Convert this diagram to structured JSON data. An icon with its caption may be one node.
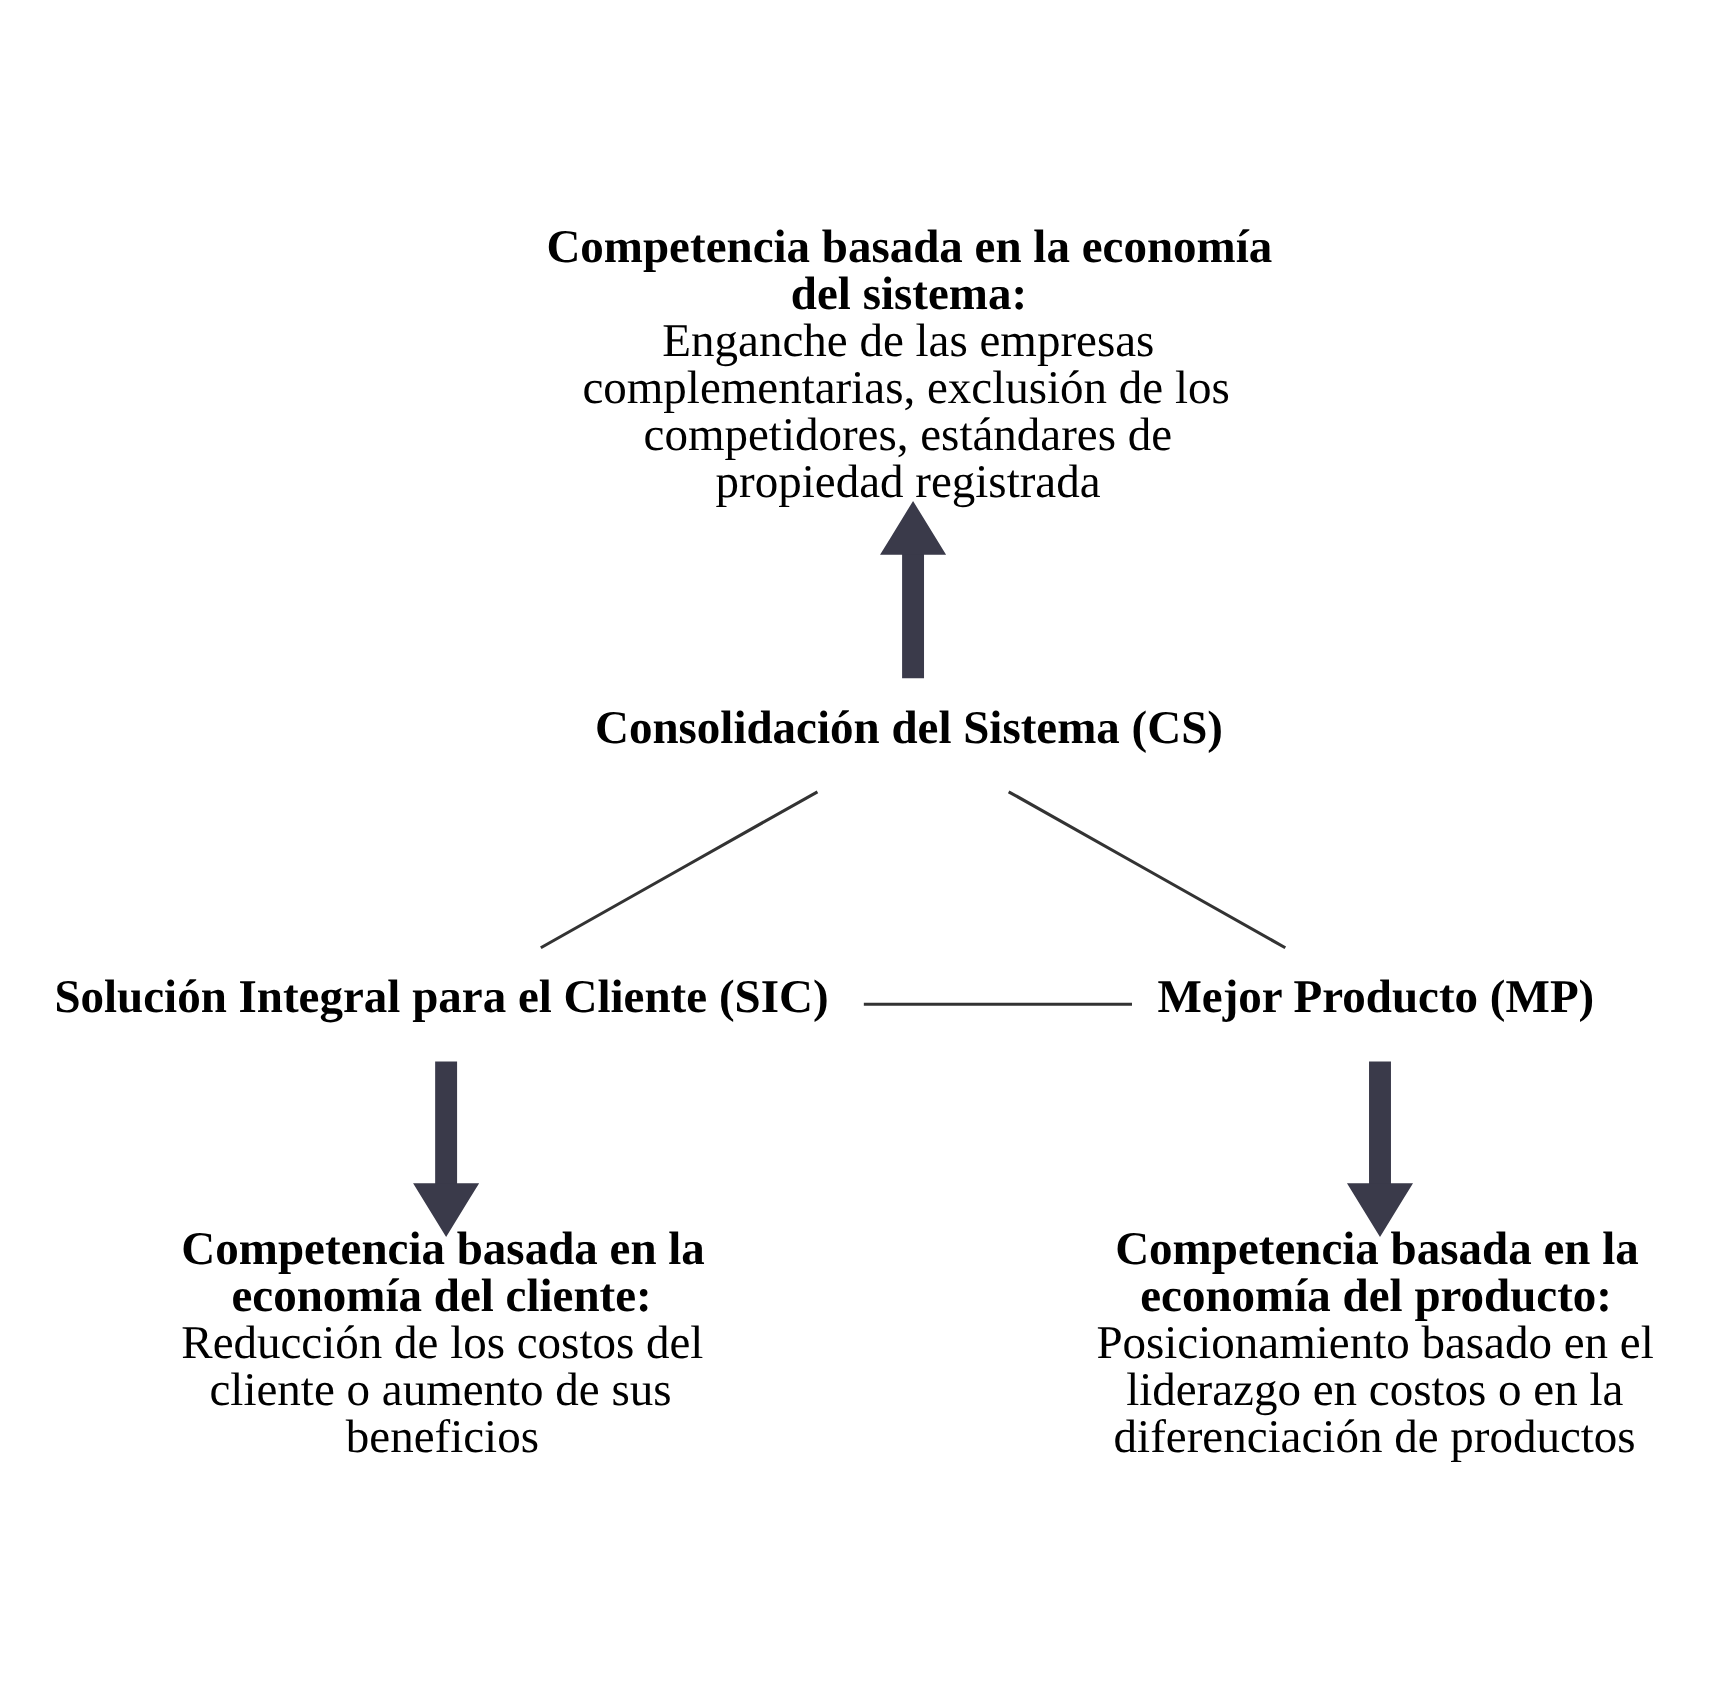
{
  "diagram": {
    "nodes": [
      {
        "text": [
          "Competencia basada en la economía del sistema:",
          "Enganche de las empresas complementarias, exclusión de los competidores, estándares de propiedad registrada"
        ]
      },
      {
        "text": [
          "Consolidación del Sistema (CS)"
        ]
      },
      {
        "text": [
          "Solución Integral para el Cliente (SIC)"
        ]
      },
      {
        "text": [
          "Mejor Producto (MP)"
        ]
      },
      {
        "text": [
          "Competencia basada en la economía del cliente:",
          "Reducción de los costos del cliente o aumento de sus beneficios"
        ]
      },
      {
        "text": [
          "Competencia basada en la economía del producto:",
          "Posicionamiento basado en el liderazgo en costos o en la diferenciación de productos"
        ]
      }
    ],
    "edges": [
      {
        "from": 1,
        "to": 0,
        "arrow": "to",
        "style": "thick"
      },
      {
        "from": 1,
        "to": 2,
        "arrow": "none"
      },
      {
        "from": 1,
        "to": 3,
        "arrow": "none"
      },
      {
        "from": 2,
        "to": 3,
        "arrow": "none"
      },
      {
        "from": 2,
        "to": 4,
        "arrow": "to",
        "style": "thick"
      },
      {
        "from": 3,
        "to": 5,
        "arrow": "to",
        "style": "thick"
      }
    ]
  }
}
